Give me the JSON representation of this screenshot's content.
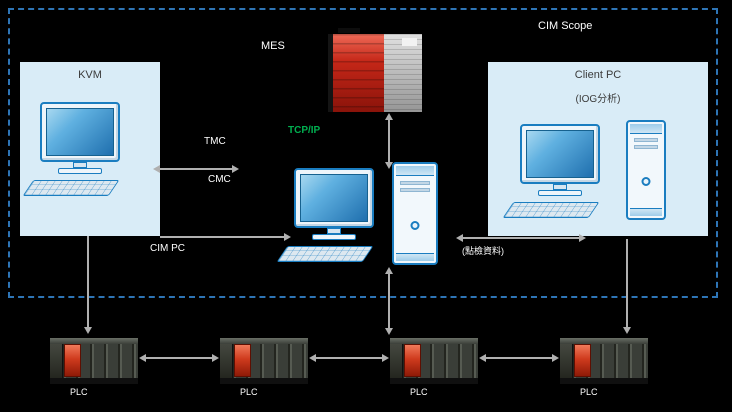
{
  "diagram": {
    "scope_label": "CIM Scope",
    "mes_label": "MES",
    "tcpip_label": "TCP/IP",
    "cim_pc_label": "CIM PC",
    "kvm_panel": {
      "title": "KVM"
    },
    "client_panel": {
      "title": "Client PC",
      "subtitle": "(IOG分析)"
    },
    "links": {
      "tmc_label": "TMC",
      "cmc_label": "CMC",
      "client_link_label": "(點檢資料)"
    },
    "plc_units": [
      {
        "label": "PLC"
      },
      {
        "label": "PLC"
      },
      {
        "label": "PLC"
      },
      {
        "label": "PLC"
      }
    ],
    "colors": {
      "background": "#000000",
      "scope_border": "#2E75B6",
      "panel_bg": "#D9ECF7",
      "tcpip": "#00B050",
      "arrow": "#B0B0B0",
      "label_text": "#FFFFFF"
    }
  }
}
